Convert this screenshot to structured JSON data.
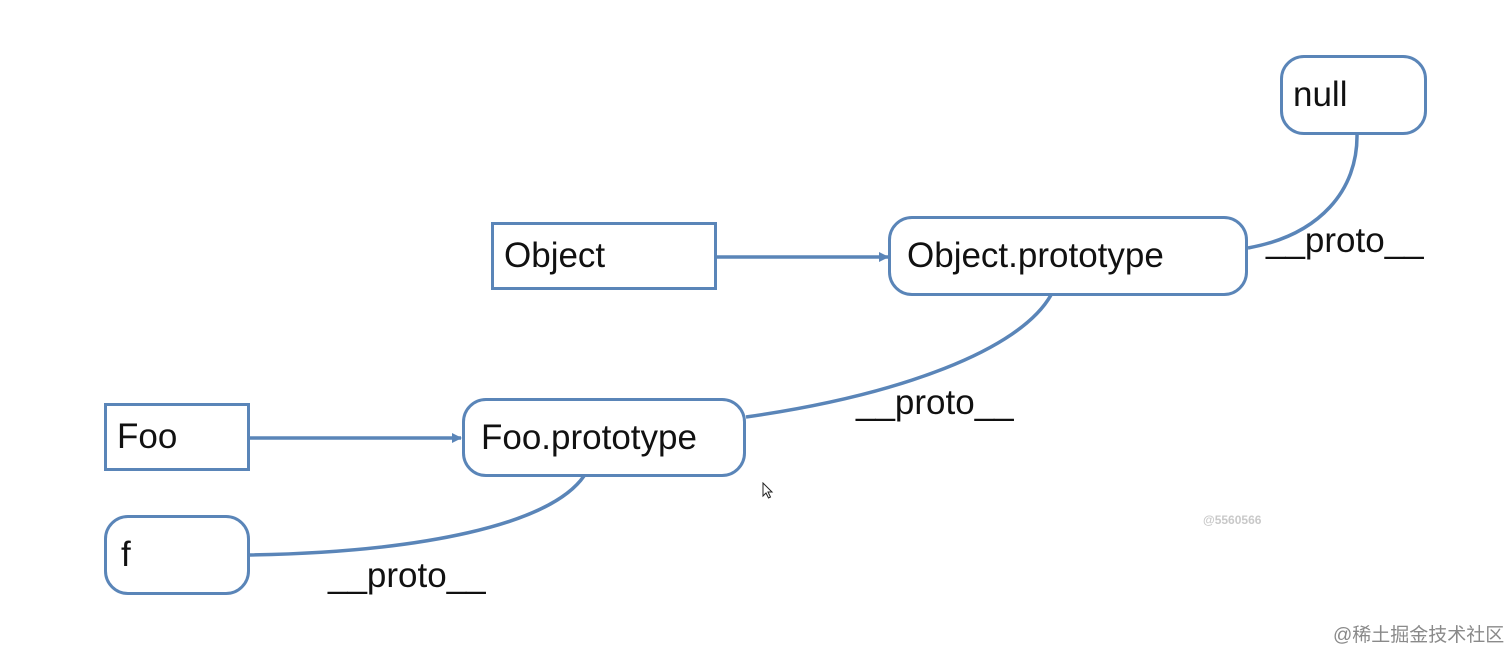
{
  "colors": {
    "line": "#5a85b8",
    "text": "#111111"
  },
  "nodes": {
    "null": "null",
    "object": "Object",
    "object_prototype": "Object.prototype",
    "foo": "Foo",
    "foo_prototype": "Foo.prototype",
    "f": "f"
  },
  "edges": {
    "object_prototype_to_null": "__proto__",
    "foo_prototype_to_object_prototype": "__proto__",
    "f_to_foo_prototype": "__proto__"
  },
  "watermark": {
    "id": "@5560566",
    "site": "@稀土掘金技术社区"
  },
  "cursor_icon": "arrow-cursor-icon"
}
